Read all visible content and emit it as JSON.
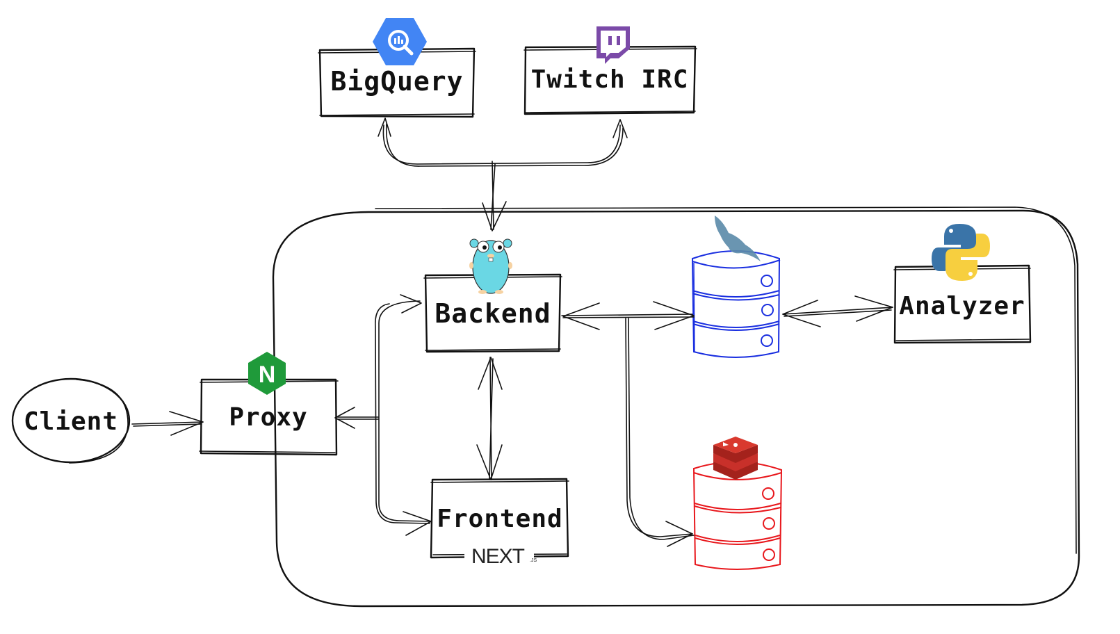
{
  "nodes": {
    "bigquery": {
      "label": "BigQuery",
      "icon": "bigquery-icon"
    },
    "twitch": {
      "label": "Twitch IRC",
      "icon": "twitch-icon"
    },
    "backend": {
      "label": "Backend",
      "icon": "go-gopher-icon"
    },
    "frontend": {
      "label": "Frontend",
      "icon": "nextjs-logo",
      "logo_text": "NEXT",
      "logo_suffix": ".JS"
    },
    "client": {
      "label": "Client"
    },
    "proxy": {
      "label": "Proxy",
      "icon": "nginx-icon",
      "icon_letter": "N"
    },
    "analyzer": {
      "label": "Analyzer",
      "icon": "python-icon"
    },
    "mysql": {
      "icon": "mysql-dolphin-icon",
      "color": "#1a2fe0"
    },
    "redis": {
      "icon": "redis-icon",
      "color": "#e8171c"
    }
  },
  "colors": {
    "bigquery": "#4285f4",
    "twitch": "#7b4aa8",
    "nginx": "#1f9a3a",
    "gopher": "#6ad7e4",
    "python_blue": "#3a74a8",
    "python_yellow": "#f7cf3f",
    "redis_logo": "#c8302a"
  }
}
